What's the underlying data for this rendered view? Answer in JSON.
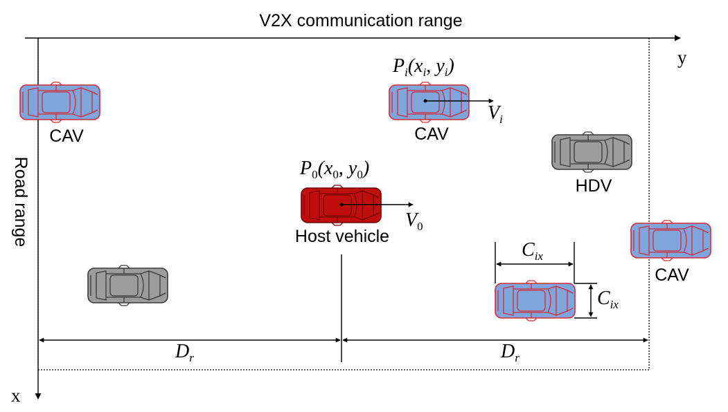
{
  "title": "V2X communication range",
  "axes": {
    "y_label": "y",
    "x_label": "x",
    "road_range_label": "Road range"
  },
  "colors": {
    "cav_body": "#7ea6dc",
    "cav_outline": "#d42a36",
    "hdv_body": "#9c9c9c",
    "hdv_outline": "#3a3a3a",
    "host_body": "#c00d0d",
    "host_outline": "#6e0808"
  },
  "vehicles": {
    "cav_left": {
      "kind": "CAV",
      "label": "CAV"
    },
    "cav_top": {
      "kind": "CAV",
      "label": "CAV",
      "pos_symbol": "P",
      "pos_sub": "i",
      "coord_x": "x",
      "coord_x_sub": "i",
      "coord_y": "y",
      "coord_y_sub": "i",
      "vel_symbol": "V",
      "vel_sub": "i"
    },
    "hdv_right": {
      "kind": "HDV",
      "label": "HDV"
    },
    "host": {
      "kind": "Host",
      "label": "Host vehicle",
      "pos_symbol": "P",
      "pos_sub": "0",
      "coord_x": "x",
      "coord_x_sub": "0",
      "coord_y": "y",
      "coord_y_sub": "0",
      "vel_symbol": "V",
      "vel_sub": "0"
    },
    "cav_far_right": {
      "kind": "CAV",
      "label": "CAV"
    },
    "hdv_left": {
      "kind": "HDV",
      "label": ""
    },
    "cav_bottom": {
      "kind": "CAV",
      "label": ""
    }
  },
  "dimensions": {
    "length_symbol": "C",
    "length_sub": "ix",
    "width_symbol": "C",
    "width_sub": "ix",
    "range_symbol": "D",
    "range_sub": "r"
  }
}
